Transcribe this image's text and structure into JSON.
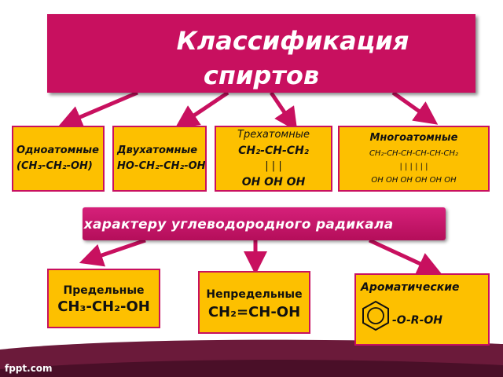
{
  "title": {
    "line1": "Классификация",
    "line2": "спиртов"
  },
  "colors": {
    "accent": "#c8105f",
    "box": "#fdc000",
    "floor": "#6b1a3a"
  },
  "by_atomicity": [
    {
      "name": "Одноатомные",
      "formula": "(CH₃-CH₂-OH)"
    },
    {
      "name": "Двухатомные",
      "formula": "HO-CH₂-CH₂-OH"
    },
    {
      "name": "Трехатомные",
      "formula": "CH₂-CH-CH₂",
      "bonds": "|        |       |",
      "oh": "OH  OH OH"
    },
    {
      "name": "Многоатомные",
      "formula": "CH₂-CH-CH-CH-CH-CH₂",
      "bonds": "|    |    |    |    |    |",
      "oh": "OH  OH  OH OH  OH OH"
    }
  ],
  "radical_band": "По характеру углеводородного радикала",
  "by_radical": [
    {
      "name": "Предельные",
      "formula": "CH₃-CH₂-OH"
    },
    {
      "name": "Непредельные",
      "formula": "CH₂=CH-OH"
    },
    {
      "name": "Ароматические",
      "formula": "-O-R-OH",
      "icon": "benzene-ring-icon"
    }
  ],
  "watermark": "fppt.com"
}
